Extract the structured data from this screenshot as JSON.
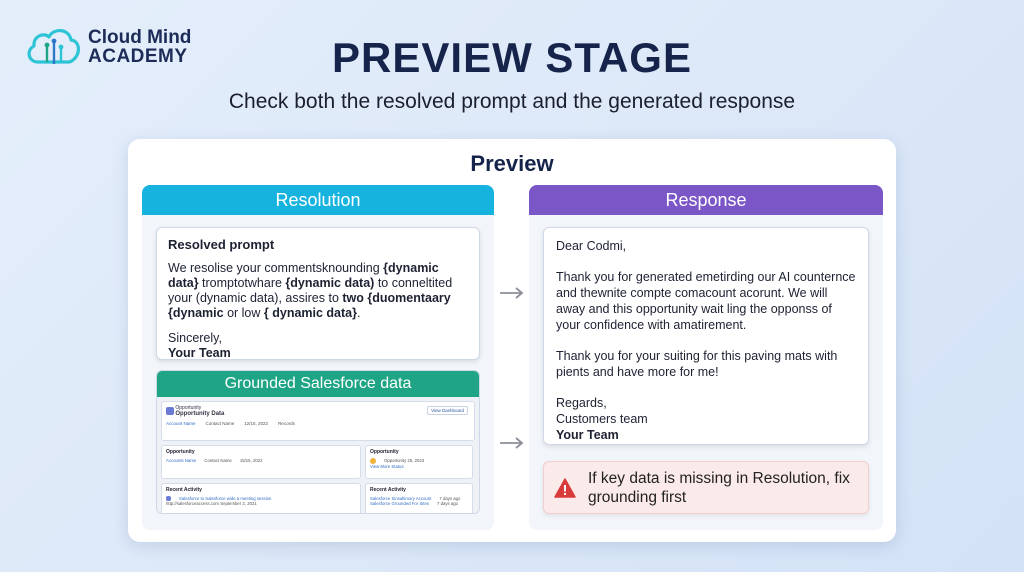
{
  "logo": {
    "line1": "Cloud Mind",
    "line2": "ACADEMY"
  },
  "header": {
    "title": "PREVIEW STAGE",
    "subtitle": "Check both the resolved prompt and the generated response"
  },
  "card": {
    "title": "Preview"
  },
  "resolution": {
    "header": "Resolution",
    "resolved_prompt": {
      "title": "Resolved prompt",
      "body_part1": "We resolise your commentsknounding ",
      "bold1": "{dynamic data}",
      "body_part2": " tromptotwhare ",
      "bold2": "{dynamic data)",
      "body_part3": " to conneltited your (dynamic data), assires to ",
      "bold3": "two {duomentaary {dynamic",
      "body_part4": " or low ",
      "bold4": "{ dynamic data}",
      "body_part5": ".",
      "closing": "Sincerely,",
      "signature": "Your Team"
    },
    "grounded": {
      "header": "Grounded Salesforce data",
      "record_type": "Opportunity",
      "record_title": "Opportunity Data",
      "view_button": "View Dashboard",
      "fields": [
        "Account Name",
        "Contact Name",
        "12/15, 2022",
        "Records"
      ],
      "opportunity_label": "Opportunity",
      "opp_fields": [
        "Accounts Name",
        "Contact Name",
        "15/15, 2022"
      ],
      "opportunity2_label": "Opportunity",
      "opp2_date": "Opportunity 25, 2023",
      "opp2_link": "View More Status",
      "recent_activity_label": "Recent Activity",
      "activity1": "Salesforce to Salesforce wide a meeting session",
      "activity1_meta": "http://salesforceaccess.com  September 2, 2021",
      "recent_activity2_label": "Recent Activity",
      "activity2": "Salesforce Sinsaltimory Account",
      "activity2_time": "7 days ago",
      "activity3": "Salesforce Grounded For Sites",
      "activity3_time": "7 days ago"
    }
  },
  "response": {
    "header": "Response",
    "greeting": "Dear Codmi,",
    "para1": "Thank you for generated emetirding our AI counternce and thewnite compte comacount acorunt. We will away and this opportunity wait ling the opponss of your confidence with amatirement.",
    "para2": "Thank you for your suiting for this paving mats with pients and have more for me!",
    "closing": "Regards,",
    "line2": "Customers team",
    "signature": "Your Team"
  },
  "warning": {
    "text": "If key data is missing in Resolution, fix grounding first",
    "color": "#d93a3a"
  },
  "colors": {
    "resolution": "#17b3df",
    "response": "#7a56c6",
    "grounded": "#1fa586",
    "title": "#16234a"
  },
  "icons": [
    "cloud-brain-icon",
    "arrow-right-icon",
    "warning-triangle-icon"
  ]
}
